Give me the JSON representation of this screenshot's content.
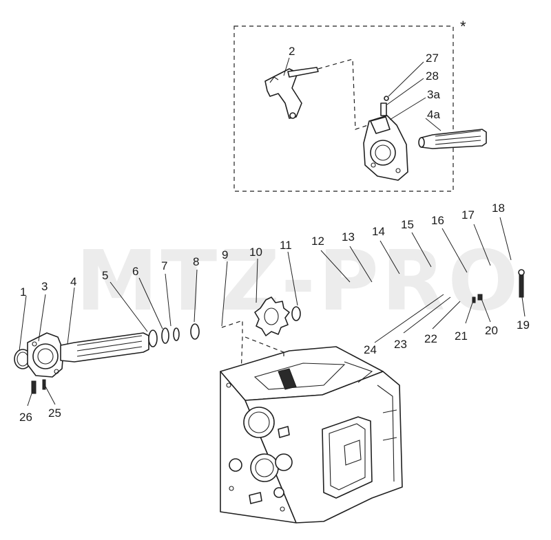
{
  "watermark": "MTZ-PRO",
  "inset_marker": "*",
  "callouts": {
    "c1": "1",
    "c2": "2",
    "c3": "3",
    "c3a": "3a",
    "c4": "4",
    "c4a": "4a",
    "c5": "5",
    "c6": "6",
    "c7": "7",
    "c8": "8",
    "c9": "9",
    "c10": "10",
    "c11": "11",
    "c12": "12",
    "c13": "13",
    "c14": "14",
    "c15": "15",
    "c16": "16",
    "c17": "17",
    "c18": "18",
    "c19": "19",
    "c20": "20",
    "c21": "21",
    "c22": "22",
    "c23": "23",
    "c24": "24",
    "c25": "25",
    "c26": "26",
    "c27": "27",
    "c28": "28"
  }
}
